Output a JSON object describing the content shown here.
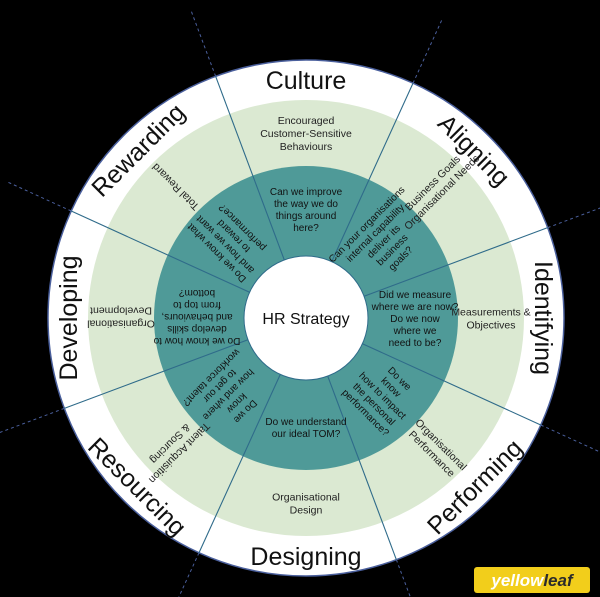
{
  "diagram": {
    "center": "HR Strategy",
    "colors": {
      "background": "#000000",
      "outer_ring": "#ffffff",
      "middle_ring": "#dbe9d2",
      "inner_ring": "#4f9a98",
      "center": "#ffffff",
      "divider_outer": "#4a5f9c",
      "divider_inner": "#2f6b8a",
      "logo_bg": "#f2ce1b"
    },
    "segments": [
      {
        "outer": "Culture",
        "middle": [
          "Encouraged",
          "Customer-Sensitive",
          "Behaviours"
        ],
        "inner": [
          "Can we improve",
          "the way we do",
          "things around",
          "here?"
        ]
      },
      {
        "outer": "Aligning",
        "middle": [
          "Business Goals",
          "Organisational Needs"
        ],
        "inner": [
          "Can your organisations",
          "internal capability",
          "deliver its",
          "business",
          "goals?"
        ]
      },
      {
        "outer": "Identifying",
        "middle": [
          "Measurements &",
          "Objectives"
        ],
        "inner": [
          "Did we measure",
          "where we are now?",
          "Do we now",
          "where we",
          "need to be?"
        ]
      },
      {
        "outer": "Performing",
        "middle": [
          "Organisational",
          "Performance"
        ],
        "inner": [
          "Do we",
          "know",
          "how to impact",
          "the personal",
          "performance?"
        ]
      },
      {
        "outer": "Designing",
        "middle": [
          "Organisational",
          "Design"
        ],
        "inner": [
          "Do we understand",
          "our ideal TOM?"
        ]
      },
      {
        "outer": "Resourcing",
        "middle": [
          "Talent Acquisition",
          "& Sourcing"
        ],
        "inner": [
          "Do we",
          "know",
          "how and where",
          "to get our",
          "workforce talent?"
        ]
      },
      {
        "outer": "Developing",
        "middle": [
          "Organisational",
          "Development"
        ],
        "inner": [
          "Do we know how to",
          "develop skills",
          "and behaviours,",
          "from top to",
          "bottom?"
        ]
      },
      {
        "outer": "Rewarding",
        "middle": [
          "Total Reward"
        ],
        "inner": [
          "Do we know what",
          "and how we want",
          "to reward",
          "performance?"
        ]
      }
    ]
  },
  "logo": {
    "text_part1": "yellow",
    "text_part2": "leaf"
  }
}
